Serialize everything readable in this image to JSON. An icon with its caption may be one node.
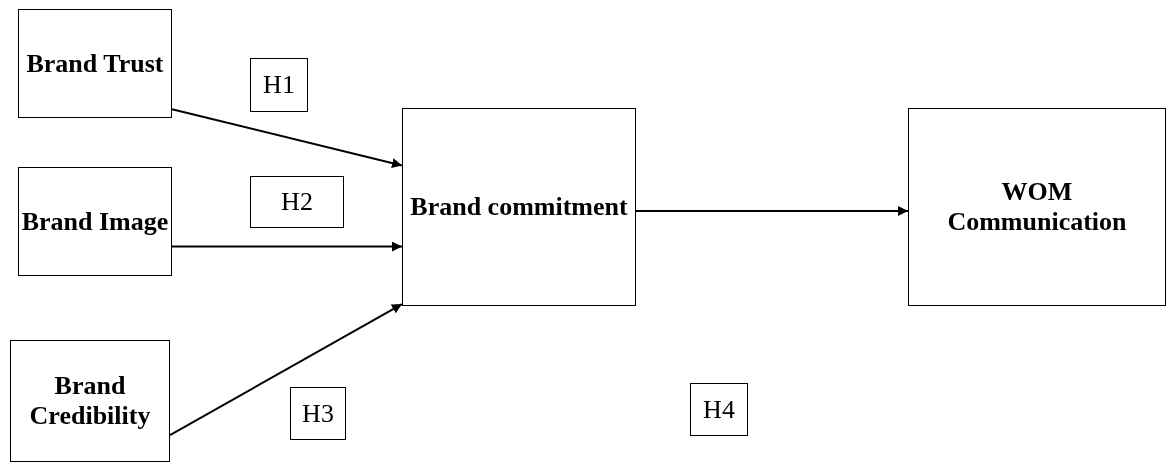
{
  "diagram": {
    "nodes": [
      {
        "text": [
          "Brand Trust"
        ]
      },
      {
        "text": [
          "Brand Image"
        ]
      },
      {
        "text": [
          "Brand Credibility"
        ]
      },
      {
        "text": [
          "Brand commitment"
        ]
      },
      {
        "text": [
          "WOM Communication"
        ]
      },
      {
        "text": [
          "H1"
        ]
      },
      {
        "text": [
          "H2"
        ]
      },
      {
        "text": [
          "H3"
        ]
      },
      {
        "text": [
          "H4"
        ]
      }
    ],
    "edges": [
      {
        "from": 0,
        "to": 3,
        "arrow": "to"
      },
      {
        "from": 1,
        "to": 3,
        "arrow": "to"
      },
      {
        "from": 2,
        "to": 3,
        "arrow": "to"
      },
      {
        "from": 3,
        "to": 4,
        "arrow": "to"
      }
    ]
  }
}
